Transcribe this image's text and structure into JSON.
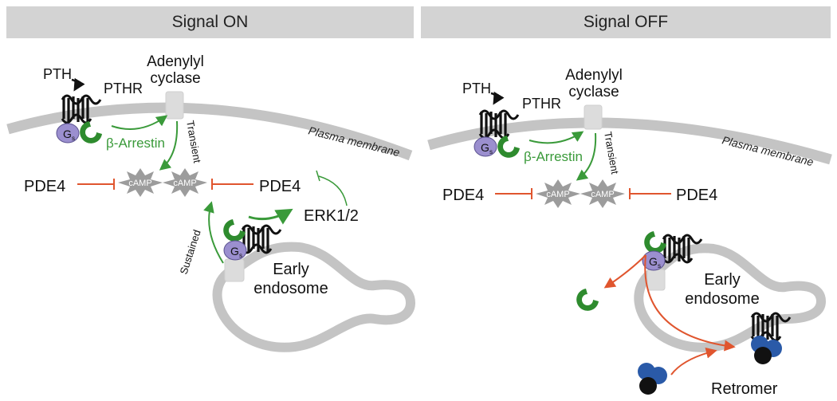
{
  "left_panel": {
    "header": "Signal ON",
    "pth": "PTH",
    "pthr": "PTHR",
    "adenylyl_line1": "Adenylyl",
    "adenylyl_line2": "cyclase",
    "gs": "G",
    "gs_sub": "s",
    "beta_arrestin": "β-Arrestin",
    "plasma_membrane": "Plasma membrane",
    "transient": "Transient",
    "camp": "cAMP",
    "pde4_left": "PDE4",
    "pde4_right": "PDE4",
    "erk": "ERK1/2",
    "sustained": "Sustained",
    "endosome_line1": "Early",
    "endosome_line2": "endosome"
  },
  "right_panel": {
    "header": "Signal OFF",
    "pth": "PTH",
    "pthr": "PTHR",
    "adenylyl_line1": "Adenylyl",
    "adenylyl_line2": "cyclase",
    "gs": "G",
    "gs_sub": "s",
    "beta_arrestin": "β-Arrestin",
    "plasma_membrane": "Plasma membrane",
    "transient": "Transient",
    "camp": "cAMP",
    "pde4_left": "PDE4",
    "pde4_right": "PDE4",
    "endosome_line1": "Early",
    "endosome_line2": "endosome",
    "retromer": "Retromer"
  },
  "colors": {
    "membrane": "#c4c4c4",
    "arrow_green": "#3a9a3a",
    "inhibit_red": "#e0552e",
    "camp_star": "#9c9c9c",
    "gs_purple": "#9b8fcf",
    "receptor": "#111111",
    "retromer_blue": "#2a5aa8"
  }
}
